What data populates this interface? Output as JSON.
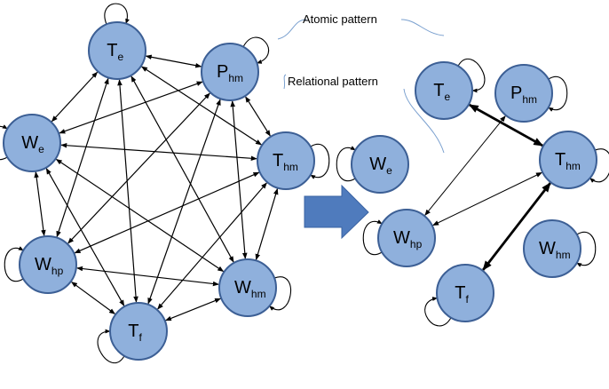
{
  "annotations": {
    "atomic": "Atomic pattern",
    "relational": "Relational pattern"
  },
  "colors": {
    "node_fill": "#8fb0dc",
    "node_stroke": "#3c5f95",
    "arrow_fill": "#4f7bbd",
    "edge": "#000000"
  },
  "node_labels": {
    "Te": {
      "main": "T",
      "sub": "e"
    },
    "Phm": {
      "main": "P",
      "sub": "hm"
    },
    "We": {
      "main": "W",
      "sub": "e"
    },
    "Thm": {
      "main": "T",
      "sub": "hm"
    },
    "Whp": {
      "main": "W",
      "sub": "hp"
    },
    "Whm": {
      "main": "W",
      "sub": "hm"
    },
    "Tf": {
      "main": "T",
      "sub": "f"
    }
  },
  "left_graph": {
    "edges_bidirectional": [
      [
        "Te",
        "Phm"
      ],
      [
        "Te",
        "We"
      ],
      [
        "Te",
        "Thm"
      ],
      [
        "Te",
        "Whp"
      ],
      [
        "Te",
        "Whm"
      ],
      [
        "Te",
        "Tf"
      ],
      [
        "Phm",
        "We"
      ],
      [
        "Phm",
        "Thm"
      ],
      [
        "Phm",
        "Whp"
      ],
      [
        "Phm",
        "Whm"
      ],
      [
        "Phm",
        "Tf"
      ],
      [
        "We",
        "Thm"
      ],
      [
        "We",
        "Whp"
      ],
      [
        "We",
        "Whm"
      ],
      [
        "We",
        "Tf"
      ],
      [
        "Thm",
        "Whp"
      ],
      [
        "Thm",
        "Whm"
      ],
      [
        "Thm",
        "Tf"
      ],
      [
        "Whp",
        "Whm"
      ],
      [
        "Whp",
        "Tf"
      ],
      [
        "Whm",
        "Tf"
      ]
    ]
  },
  "right_graph": {
    "edges": [
      {
        "a": "Te",
        "b": "Thm",
        "bold": true
      },
      {
        "a": "Tf",
        "b": "Thm",
        "bold": true
      },
      {
        "a": "Phm",
        "b": "Whp",
        "bold": false
      },
      {
        "a": "Thm",
        "b": "Whp",
        "bold": false
      }
    ]
  },
  "transform_arrow": {
    "icon": "right-block-arrow-icon"
  }
}
